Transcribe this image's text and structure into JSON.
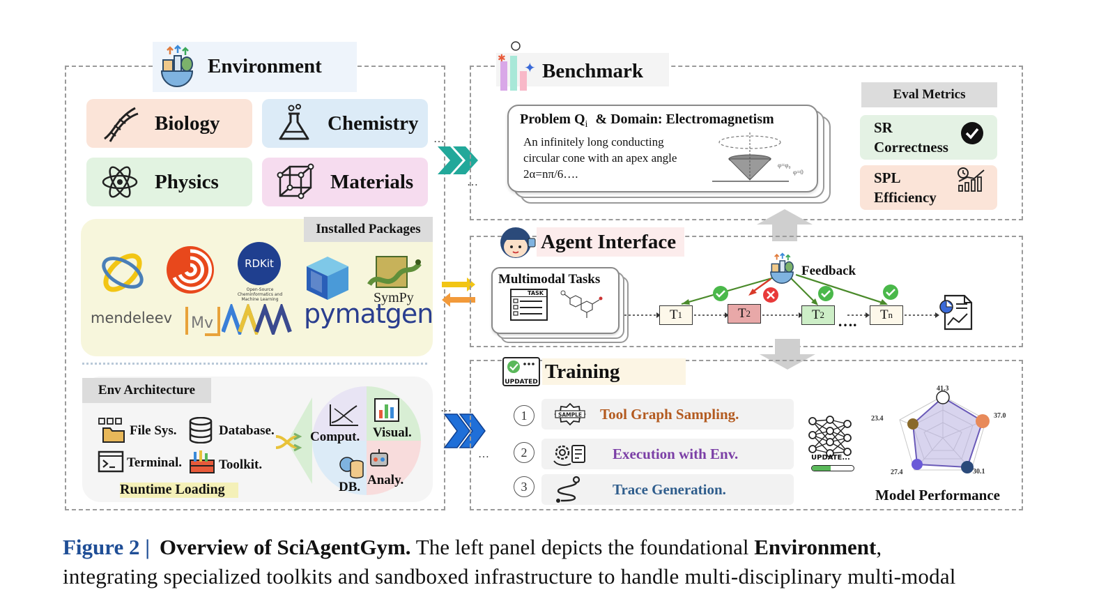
{
  "environment": {
    "title": "Environment",
    "domains": [
      "Biology",
      "Chemistry",
      "Physics",
      "Materials"
    ],
    "installed_packages_label": "Installed Packages",
    "packages": [
      "RDKit",
      "Open-Source Cheminformatics and Machine Learning",
      "SymPy",
      "mendeleev",
      "pymatgen"
    ],
    "env_architecture_label": "Env Architecture",
    "arch_items": [
      "File Sys.",
      "Database.",
      "Terminal.",
      "Toolkit."
    ],
    "runtime_loading": "Runtime Loading",
    "pie_labels": [
      "Comput.",
      "Visual.",
      "DB.",
      "Analy."
    ]
  },
  "benchmark": {
    "title": "Benchmark",
    "problem_title": "Problem Q",
    "problem_sub": "i",
    "problem_domain": "&  Domain: Electromagnetism",
    "problem_text": [
      "An infinitely long conducting",
      "circular cone with an apex angle",
      "2α=nπ/6…."
    ],
    "eval_metrics_label": "Eval Metrics",
    "metrics": [
      {
        "line1": "SR",
        "line2": "Correctness"
      },
      {
        "line1": "SPL",
        "line2": "Efficiency"
      }
    ]
  },
  "agent_interface": {
    "title": "Agent Interface",
    "multimodal_tasks": "Multimodal Tasks",
    "task_tag": "TASK",
    "feedback": "Feedback",
    "nodes": [
      {
        "base": "T",
        "sub": "1"
      },
      {
        "base": "T",
        "sub": "2"
      },
      {
        "base": "T",
        "sub": "2"
      },
      {
        "base": "T",
        "sub": "n"
      }
    ],
    "ellipsis": "…."
  },
  "training": {
    "title": "Training",
    "updated_tag": "UPDATED",
    "steps": [
      {
        "num": "1",
        "label": "Tool Graph Sampling.",
        "color": "#b35a1f",
        "icon_text": "SAMPLE"
      },
      {
        "num": "2",
        "label": "Execution with Env.",
        "color": "#7b3fa6",
        "icon_text": ""
      },
      {
        "num": "3",
        "label": "Trace Generation.",
        "color": "#2f5d8c",
        "icon_text": ""
      }
    ],
    "update_label": "UPDATE...",
    "model_performance": "Model Performance",
    "radar_values": [
      "41.3",
      "37.0",
      "30.1",
      "27.4",
      "23.4"
    ]
  },
  "caption": {
    "fig": "Figure 2 |",
    "bold_title": "Overview of SciAgentGym.",
    "text1": " The left panel depicts the foundational ",
    "bold_env": "Environment",
    "text2": ",",
    "line2": "integrating specialized toolkits and sandboxed infrastructure to handle multi-disciplinary multi-modal"
  }
}
